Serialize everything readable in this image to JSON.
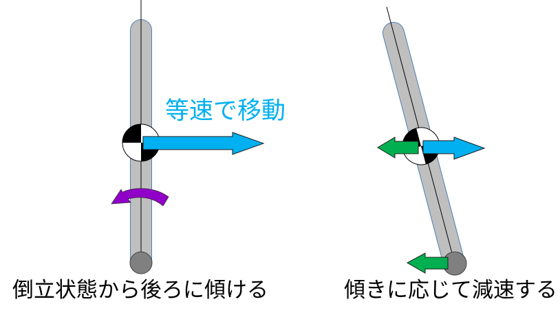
{
  "left_panel": {
    "motion_label": "等速で移動",
    "caption": "倒立状態から後ろに傾ける"
  },
  "right_panel": {
    "caption": "傾きに応じて減速する"
  },
  "colors": {
    "rod_fill": "#BFBFBF",
    "rod_outline": "#4F7FB5",
    "velocity_arrow": "#00B0F0",
    "decel_arrow": "#00B050",
    "rotation_arrow": "#9100C8",
    "wheel": "#808080"
  }
}
